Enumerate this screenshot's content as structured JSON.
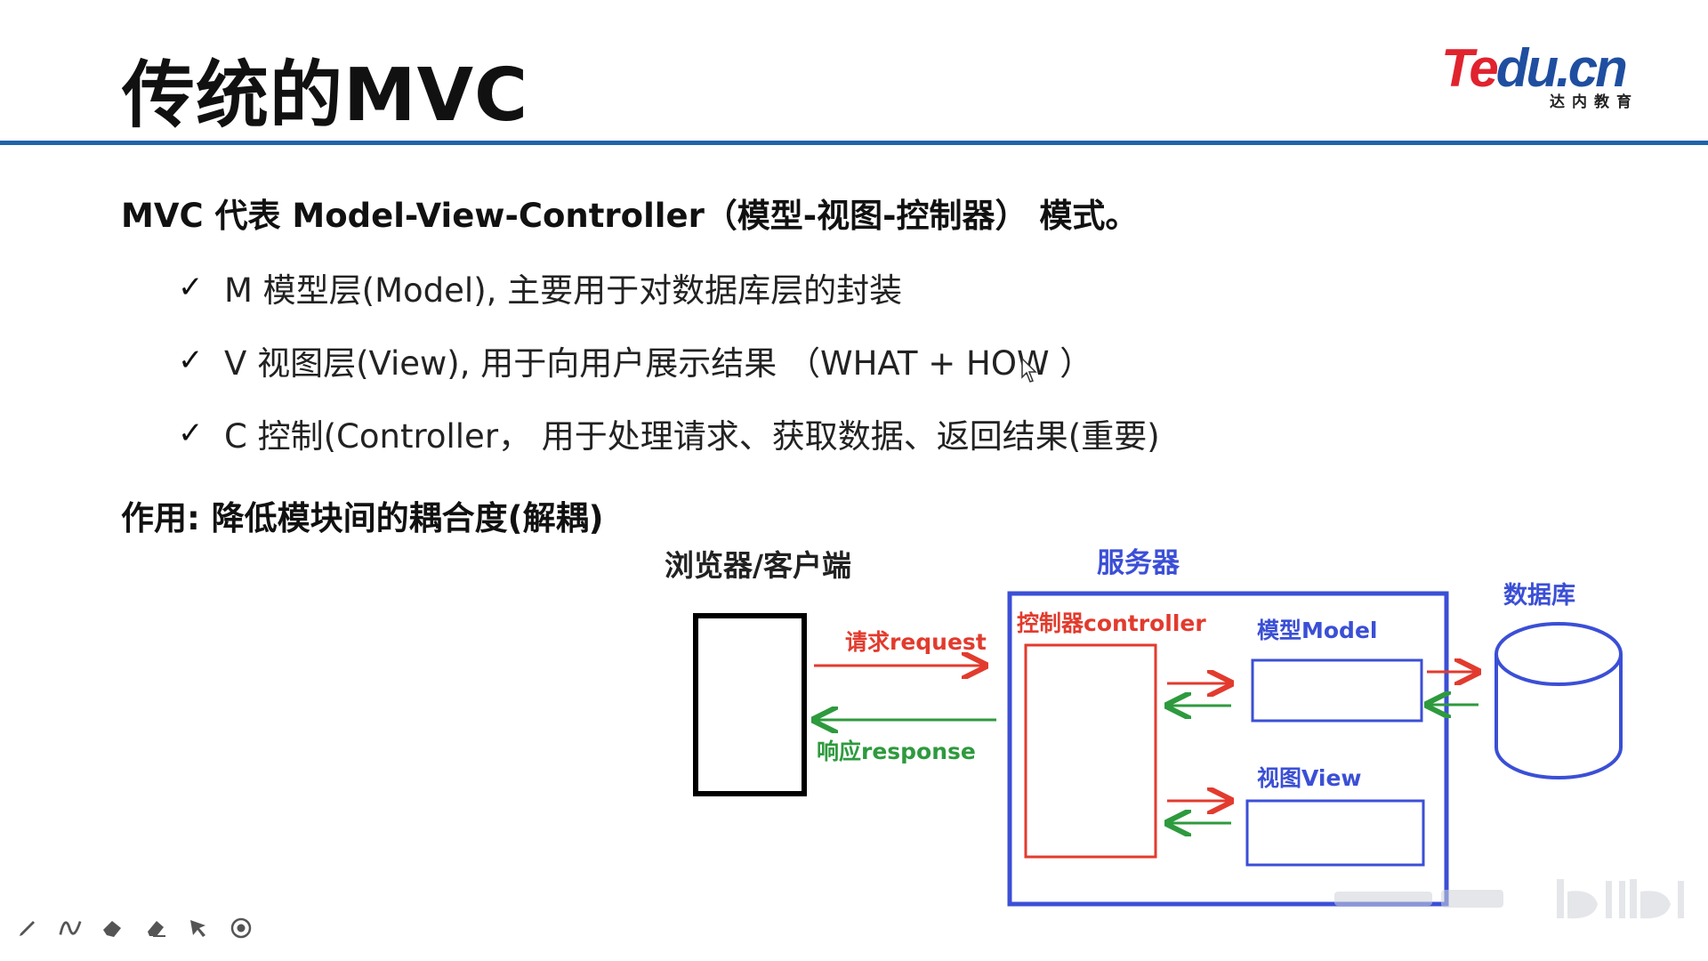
{
  "slide": {
    "title": "传统的MVC",
    "intro": "MVC 代表 Model-View-Controller（模型-视图-控制器） 模式。",
    "bullets": [
      {
        "text": "M 模型层(Model), 主要用于对数据库层的封装"
      },
      {
        "text": "V 视图层(View), 用于向用户展示结果 （WHAT + HOW ）"
      },
      {
        "text": "C 控制(Controller， 用于处理请求、获取数据、返回结果(重要)"
      }
    ],
    "effect": "作用: 降低模块间的耦合度(解耦)"
  },
  "logo": {
    "main_part1": "Te",
    "main_part2": "du.cn",
    "sub": "达内教育"
  },
  "diagram": {
    "client_label": "浏览器/客户端",
    "server_label": "服务器",
    "database_label": "数据库",
    "controller_label": "控制器controller",
    "model_label": "模型Model",
    "view_label": "视图View",
    "request_label": "请求request",
    "response_label": "响应response"
  },
  "toolbar": {
    "tools": [
      "pen-icon",
      "curve-icon",
      "highlighter-icon",
      "eraser-icon",
      "pointer-icon",
      "record-icon"
    ]
  },
  "colors": {
    "title_rule": "#1f63a8",
    "server_blue": "#3b4fd6",
    "controller_red": "#e23b2e",
    "response_green": "#2e9a3e",
    "client_black": "#000000"
  }
}
